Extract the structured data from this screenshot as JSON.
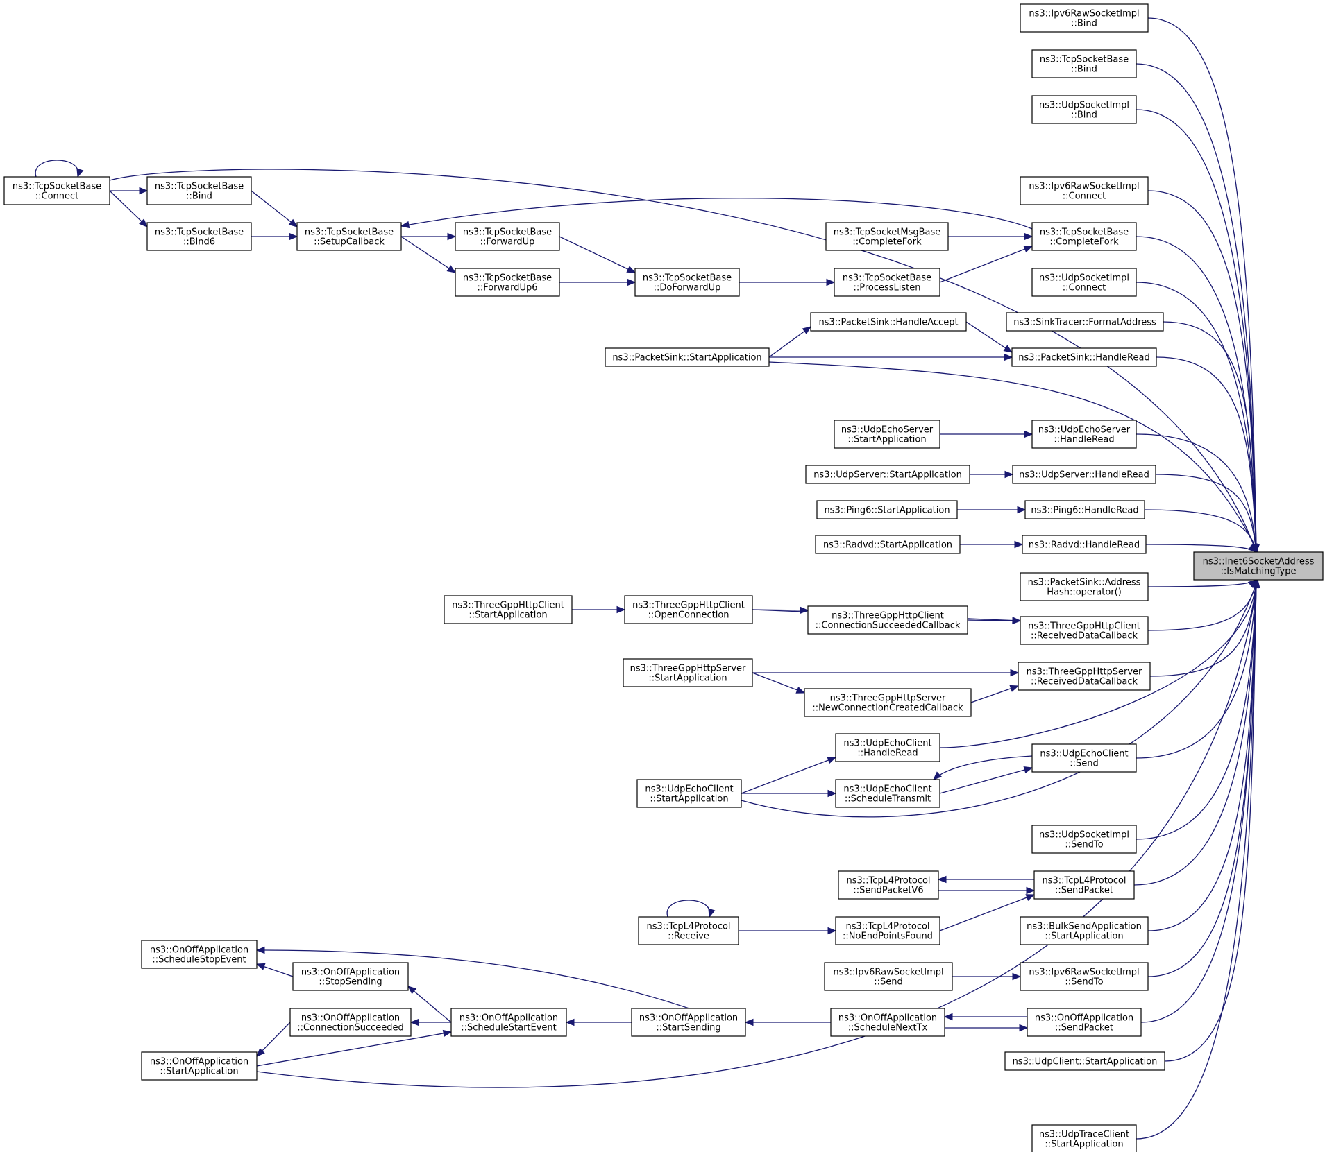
{
  "diagram": {
    "root": "Inet6SocketAddress_IsMatchingType",
    "colors": {
      "edge": "#191970",
      "root_fill": "#bfbfbf",
      "node_fill": "#ffffff",
      "border": "#000000"
    },
    "nodes": [
      {
        "id": "Inet6SocketAddress_IsMatchingType",
        "lines": [
          "ns3::Inet6SocketAddress",
          "::IsMatchingType"
        ]
      },
      {
        "id": "Ipv6RawSocketImpl_Bind",
        "lines": [
          "ns3::Ipv6RawSocketImpl",
          "::Bind"
        ]
      },
      {
        "id": "TcpSocketBase_Bind_R",
        "lines": [
          "ns3::TcpSocketBase",
          "::Bind"
        ]
      },
      {
        "id": "UdpSocketImpl_Bind",
        "lines": [
          "ns3::UdpSocketImpl",
          "::Bind"
        ]
      },
      {
        "id": "TcpSocketBase_Connect",
        "lines": [
          "ns3::TcpSocketBase",
          "::Connect"
        ]
      },
      {
        "id": "TcpSocketBase_Bind_L",
        "lines": [
          "ns3::TcpSocketBase",
          "::Bind"
        ]
      },
      {
        "id": "TcpSocketBase_Bind6",
        "lines": [
          "ns3::TcpSocketBase",
          "::Bind6"
        ]
      },
      {
        "id": "TcpSocketBase_SetupCallback",
        "lines": [
          "ns3::TcpSocketBase",
          "::SetupCallback"
        ]
      },
      {
        "id": "TcpSocketBase_ForwardUp",
        "lines": [
          "ns3::TcpSocketBase",
          "::ForwardUp"
        ]
      },
      {
        "id": "TcpSocketBase_ForwardUp6",
        "lines": [
          "ns3::TcpSocketBase",
          "::ForwardUp6"
        ]
      },
      {
        "id": "TcpSocketBase_DoForwardUp",
        "lines": [
          "ns3::TcpSocketBase",
          "::DoForwardUp"
        ]
      },
      {
        "id": "TcpSocketMsgBase_CompleteFork",
        "lines": [
          "ns3::TcpSocketMsgBase",
          "::CompleteFork"
        ]
      },
      {
        "id": "TcpSocketBase_ProcessListen",
        "lines": [
          "ns3::TcpSocketBase",
          "::ProcessListen"
        ]
      },
      {
        "id": "Ipv6RawSocketImpl_Connect",
        "lines": [
          "ns3::Ipv6RawSocketImpl",
          "::Connect"
        ]
      },
      {
        "id": "TcpSocketBase_CompleteFork",
        "lines": [
          "ns3::TcpSocketBase",
          "::CompleteFork"
        ]
      },
      {
        "id": "UdpSocketImpl_Connect",
        "lines": [
          "ns3::UdpSocketImpl",
          "::Connect"
        ]
      },
      {
        "id": "SinkTracer_FormatAddress",
        "lines": [
          "ns3::SinkTracer::FormatAddress"
        ]
      },
      {
        "id": "PacketSink_HandleAccept",
        "lines": [
          "ns3::PacketSink::HandleAccept"
        ]
      },
      {
        "id": "PacketSink_StartApplication",
        "lines": [
          "ns3::PacketSink::StartApplication"
        ]
      },
      {
        "id": "PacketSink_HandleRead",
        "lines": [
          "ns3::PacketSink::HandleRead"
        ]
      },
      {
        "id": "UdpEchoServer_StartApplication",
        "lines": [
          "ns3::UdpEchoServer",
          "::StartApplication"
        ]
      },
      {
        "id": "UdpEchoServer_HandleRead",
        "lines": [
          "ns3::UdpEchoServer",
          "::HandleRead"
        ]
      },
      {
        "id": "UdpServer_StartApplication",
        "lines": [
          "ns3::UdpServer::StartApplication"
        ]
      },
      {
        "id": "UdpServer_HandleRead",
        "lines": [
          "ns3::UdpServer::HandleRead"
        ]
      },
      {
        "id": "Ping6_StartApplication",
        "lines": [
          "ns3::Ping6::StartApplication"
        ]
      },
      {
        "id": "Ping6_HandleRead",
        "lines": [
          "ns3::Ping6::HandleRead"
        ]
      },
      {
        "id": "Radvd_StartApplication",
        "lines": [
          "ns3::Radvd::StartApplication"
        ]
      },
      {
        "id": "Radvd_HandleRead",
        "lines": [
          "ns3::Radvd::HandleRead"
        ]
      },
      {
        "id": "PacketSink_AddressHash",
        "lines": [
          "ns3::PacketSink::Address",
          "Hash::operator()"
        ]
      },
      {
        "id": "ThreeGppHttpClient_StartApplication",
        "lines": [
          "ns3::ThreeGppHttpClient",
          "::StartApplication"
        ]
      },
      {
        "id": "ThreeGppHttpClient_OpenConnection",
        "lines": [
          "ns3::ThreeGppHttpClient",
          "::OpenConnection"
        ]
      },
      {
        "id": "ThreeGppHttpClient_ConnectionSucceededCallback",
        "lines": [
          "ns3::ThreeGppHttpClient",
          "::ConnectionSucceededCallback"
        ]
      },
      {
        "id": "ThreeGppHttpClient_ReceivedDataCallback",
        "lines": [
          "ns3::ThreeGppHttpClient",
          "::ReceivedDataCallback"
        ]
      },
      {
        "id": "ThreeGppHttpServer_StartApplication",
        "lines": [
          "ns3::ThreeGppHttpServer",
          "::StartApplication"
        ]
      },
      {
        "id": "ThreeGppHttpServer_NewConnectionCreatedCallback",
        "lines": [
          "ns3::ThreeGppHttpServer",
          "::NewConnectionCreatedCallback"
        ]
      },
      {
        "id": "ThreeGppHttpServer_ReceivedDataCallback",
        "lines": [
          "ns3::ThreeGppHttpServer",
          "::ReceivedDataCallback"
        ]
      },
      {
        "id": "UdpEchoClient_HandleRead",
        "lines": [
          "ns3::UdpEchoClient",
          "::HandleRead"
        ]
      },
      {
        "id": "UdpEchoClient_StartApplication",
        "lines": [
          "ns3::UdpEchoClient",
          "::StartApplication"
        ]
      },
      {
        "id": "UdpEchoClient_ScheduleTransmit",
        "lines": [
          "ns3::UdpEchoClient",
          "::ScheduleTransmit"
        ]
      },
      {
        "id": "UdpEchoClient_Send",
        "lines": [
          "ns3::UdpEchoClient",
          "::Send"
        ]
      },
      {
        "id": "UdpSocketImpl_SendTo",
        "lines": [
          "ns3::UdpSocketImpl",
          "::SendTo"
        ]
      },
      {
        "id": "TcpL4Protocol_SendPacketV6",
        "lines": [
          "ns3::TcpL4Protocol",
          "::SendPacketV6"
        ]
      },
      {
        "id": "TcpL4Protocol_SendPacket",
        "lines": [
          "ns3::TcpL4Protocol",
          "::SendPacket"
        ]
      },
      {
        "id": "TcpL4Protocol_Receive",
        "lines": [
          "ns3::TcpL4Protocol",
          "::Receive"
        ]
      },
      {
        "id": "TcpL4Protocol_NoEndPointsFound",
        "lines": [
          "ns3::TcpL4Protocol",
          "::NoEndPointsFound"
        ]
      },
      {
        "id": "BulkSendApplication_StartApplication",
        "lines": [
          "ns3::BulkSendApplication",
          "::StartApplication"
        ]
      },
      {
        "id": "Ipv6RawSocketImpl_Send",
        "lines": [
          "ns3::Ipv6RawSocketImpl",
          "::Send"
        ]
      },
      {
        "id": "Ipv6RawSocketImpl_SendTo",
        "lines": [
          "ns3::Ipv6RawSocketImpl",
          "::SendTo"
        ]
      },
      {
        "id": "OnOffApplication_ScheduleStopEvent",
        "lines": [
          "ns3::OnOffApplication",
          "::ScheduleStopEvent"
        ]
      },
      {
        "id": "OnOffApplication_StopSending",
        "lines": [
          "ns3::OnOffApplication",
          "::StopSending"
        ]
      },
      {
        "id": "OnOffApplication_ConnectionSucceeded",
        "lines": [
          "ns3::OnOffApplication",
          "::ConnectionSucceeded"
        ]
      },
      {
        "id": "OnOffApplication_ScheduleStartEvent",
        "lines": [
          "ns3::OnOffApplication",
          "::ScheduleStartEvent"
        ]
      },
      {
        "id": "OnOffApplication_StartSending",
        "lines": [
          "ns3::OnOffApplication",
          "::StartSending"
        ]
      },
      {
        "id": "OnOffApplication_ScheduleNextTx",
        "lines": [
          "ns3::OnOffApplication",
          "::ScheduleNextTx"
        ]
      },
      {
        "id": "OnOffApplication_SendPacket",
        "lines": [
          "ns3::OnOffApplication",
          "::SendPacket"
        ]
      },
      {
        "id": "OnOffApplication_StartApplication",
        "lines": [
          "ns3::OnOffApplication",
          "::StartApplication"
        ]
      },
      {
        "id": "UdpClient_StartApplication",
        "lines": [
          "ns3::UdpClient::StartApplication"
        ]
      },
      {
        "id": "UdpTraceClient_StartApplication",
        "lines": [
          "ns3::UdpTraceClient",
          "::StartApplication"
        ]
      }
    ],
    "edges": [
      {
        "from": "Ipv6RawSocketImpl_Bind",
        "to": "Inet6SocketAddress_IsMatchingType"
      },
      {
        "from": "TcpSocketBase_Bind_R",
        "to": "Inet6SocketAddress_IsMatchingType"
      },
      {
        "from": "UdpSocketImpl_Bind",
        "to": "Inet6SocketAddress_IsMatchingType"
      },
      {
        "from": "TcpSocketBase_Connect",
        "to": "Inet6SocketAddress_IsMatchingType"
      },
      {
        "from": "TcpSocketBase_Connect",
        "to": "TcpSocketBase_Connect"
      },
      {
        "from": "TcpSocketBase_Connect",
        "to": "TcpSocketBase_Bind_L"
      },
      {
        "from": "TcpSocketBase_Connect",
        "to": "TcpSocketBase_Bind6"
      },
      {
        "from": "TcpSocketBase_Bind_L",
        "to": "TcpSocketBase_SetupCallback"
      },
      {
        "from": "TcpSocketBase_Bind6",
        "to": "TcpSocketBase_SetupCallback"
      },
      {
        "from": "TcpSocketBase_SetupCallback",
        "to": "TcpSocketBase_ForwardUp"
      },
      {
        "from": "TcpSocketBase_SetupCallback",
        "to": "TcpSocketBase_ForwardUp6"
      },
      {
        "from": "TcpSocketBase_ForwardUp",
        "to": "TcpSocketBase_DoForwardUp"
      },
      {
        "from": "TcpSocketBase_ForwardUp6",
        "to": "TcpSocketBase_DoForwardUp"
      },
      {
        "from": "TcpSocketBase_DoForwardUp",
        "to": "TcpSocketBase_ProcessListen"
      },
      {
        "from": "TcpSocketBase_ProcessListen",
        "to": "TcpSocketBase_CompleteFork"
      },
      {
        "from": "TcpSocketMsgBase_CompleteFork",
        "to": "TcpSocketBase_CompleteFork"
      },
      {
        "from": "TcpSocketBase_CompleteFork",
        "to": "TcpSocketBase_SetupCallback"
      },
      {
        "from": "TcpSocketBase_CompleteFork",
        "to": "Inet6SocketAddress_IsMatchingType"
      },
      {
        "from": "Ipv6RawSocketImpl_Connect",
        "to": "Inet6SocketAddress_IsMatchingType"
      },
      {
        "from": "UdpSocketImpl_Connect",
        "to": "Inet6SocketAddress_IsMatchingType"
      },
      {
        "from": "SinkTracer_FormatAddress",
        "to": "Inet6SocketAddress_IsMatchingType"
      },
      {
        "from": "PacketSink_StartApplication",
        "to": "PacketSink_HandleAccept"
      },
      {
        "from": "PacketSink_HandleAccept",
        "to": "PacketSink_HandleRead"
      },
      {
        "from": "PacketSink_StartApplication",
        "to": "PacketSink_HandleRead"
      },
      {
        "from": "PacketSink_StartApplication",
        "to": "Inet6SocketAddress_IsMatchingType"
      },
      {
        "from": "PacketSink_HandleRead",
        "to": "Inet6SocketAddress_IsMatchingType"
      },
      {
        "from": "UdpEchoServer_StartApplication",
        "to": "UdpEchoServer_HandleRead"
      },
      {
        "from": "UdpEchoServer_HandleRead",
        "to": "Inet6SocketAddress_IsMatchingType"
      },
      {
        "from": "UdpServer_StartApplication",
        "to": "UdpServer_HandleRead"
      },
      {
        "from": "UdpServer_HandleRead",
        "to": "Inet6SocketAddress_IsMatchingType"
      },
      {
        "from": "Ping6_StartApplication",
        "to": "Ping6_HandleRead"
      },
      {
        "from": "Ping6_HandleRead",
        "to": "Inet6SocketAddress_IsMatchingType"
      },
      {
        "from": "Radvd_StartApplication",
        "to": "Radvd_HandleRead"
      },
      {
        "from": "Radvd_HandleRead",
        "to": "Inet6SocketAddress_IsMatchingType"
      },
      {
        "from": "PacketSink_AddressHash",
        "to": "Inet6SocketAddress_IsMatchingType"
      },
      {
        "from": "ThreeGppHttpClient_StartApplication",
        "to": "ThreeGppHttpClient_OpenConnection"
      },
      {
        "from": "ThreeGppHttpClient_OpenConnection",
        "to": "ThreeGppHttpClient_ConnectionSucceededCallback"
      },
      {
        "from": "ThreeGppHttpClient_OpenConnection",
        "to": "ThreeGppHttpClient_ReceivedDataCallback"
      },
      {
        "from": "ThreeGppHttpClient_ConnectionSucceededCallback",
        "to": "ThreeGppHttpClient_ReceivedDataCallback"
      },
      {
        "from": "ThreeGppHttpClient_ReceivedDataCallback",
        "to": "Inet6SocketAddress_IsMatchingType"
      },
      {
        "from": "ThreeGppHttpServer_StartApplication",
        "to": "ThreeGppHttpServer_ReceivedDataCallback"
      },
      {
        "from": "ThreeGppHttpServer_StartApplication",
        "to": "ThreeGppHttpServer_NewConnectionCreatedCallback"
      },
      {
        "from": "ThreeGppHttpServer_NewConnectionCreatedCallback",
        "to": "ThreeGppHttpServer_ReceivedDataCallback"
      },
      {
        "from": "ThreeGppHttpServer_ReceivedDataCallback",
        "to": "Inet6SocketAddress_IsMatchingType"
      },
      {
        "from": "UdpEchoClient_StartApplication",
        "to": "UdpEchoClient_HandleRead"
      },
      {
        "from": "UdpEchoClient_HandleRead",
        "to": "Inet6SocketAddress_IsMatchingType"
      },
      {
        "from": "UdpEchoClient_StartApplication",
        "to": "UdpEchoClient_ScheduleTransmit"
      },
      {
        "from": "UdpEchoClient_ScheduleTransmit",
        "to": "UdpEchoClient_Send"
      },
      {
        "from": "UdpEchoClient_Send",
        "to": "UdpEchoClient_ScheduleTransmit"
      },
      {
        "from": "UdpEchoClient_StartApplication",
        "to": "Inet6SocketAddress_IsMatchingType"
      },
      {
        "from": "UdpEchoClient_Send",
        "to": "Inet6SocketAddress_IsMatchingType"
      },
      {
        "from": "UdpSocketImpl_SendTo",
        "to": "Inet6SocketAddress_IsMatchingType"
      },
      {
        "from": "TcpL4Protocol_SendPacket",
        "to": "TcpL4Protocol_SendPacketV6"
      },
      {
        "from": "TcpL4Protocol_SendPacketV6",
        "to": "TcpL4Protocol_SendPacket"
      },
      {
        "from": "TcpL4Protocol_Receive",
        "to": "TcpL4Protocol_Receive"
      },
      {
        "from": "TcpL4Protocol_Receive",
        "to": "TcpL4Protocol_NoEndPointsFound"
      },
      {
        "from": "TcpL4Protocol_NoEndPointsFound",
        "to": "TcpL4Protocol_SendPacket"
      },
      {
        "from": "TcpL4Protocol_SendPacket",
        "to": "Inet6SocketAddress_IsMatchingType"
      },
      {
        "from": "BulkSendApplication_StartApplication",
        "to": "Inet6SocketAddress_IsMatchingType"
      },
      {
        "from": "Ipv6RawSocketImpl_Send",
        "to": "Ipv6RawSocketImpl_SendTo"
      },
      {
        "from": "Ipv6RawSocketImpl_SendTo",
        "to": "Inet6SocketAddress_IsMatchingType"
      },
      {
        "from": "OnOffApplication_StopSending",
        "to": "OnOffApplication_ScheduleStopEvent"
      },
      {
        "from": "OnOffApplication_StartSending",
        "to": "OnOffApplication_ScheduleStopEvent"
      },
      {
        "from": "OnOffApplication_ScheduleStartEvent",
        "to": "OnOffApplication_StopSending"
      },
      {
        "from": "OnOffApplication_ScheduleStartEvent",
        "to": "OnOffApplication_ConnectionSucceeded"
      },
      {
        "from": "OnOffApplication_ConnectionSucceeded",
        "to": "OnOffApplication_StartApplication"
      },
      {
        "from": "OnOffApplication_StartApplication",
        "to": "OnOffApplication_ScheduleStartEvent"
      },
      {
        "from": "OnOffApplication_StartSending",
        "to": "OnOffApplication_ScheduleStartEvent"
      },
      {
        "from": "OnOffApplication_ScheduleNextTx",
        "to": "OnOffApplication_StartSending"
      },
      {
        "from": "OnOffApplication_SendPacket",
        "to": "OnOffApplication_ScheduleNextTx"
      },
      {
        "from": "OnOffApplication_ScheduleNextTx",
        "to": "OnOffApplication_SendPacket"
      },
      {
        "from": "OnOffApplication_SendPacket",
        "to": "Inet6SocketAddress_IsMatchingType"
      },
      {
        "from": "OnOffApplication_StartApplication",
        "to": "Inet6SocketAddress_IsMatchingType"
      },
      {
        "from": "UdpClient_StartApplication",
        "to": "Inet6SocketAddress_IsMatchingType"
      },
      {
        "from": "UdpTraceClient_StartApplication",
        "to": "Inet6SocketAddress_IsMatchingType"
      }
    ]
  }
}
